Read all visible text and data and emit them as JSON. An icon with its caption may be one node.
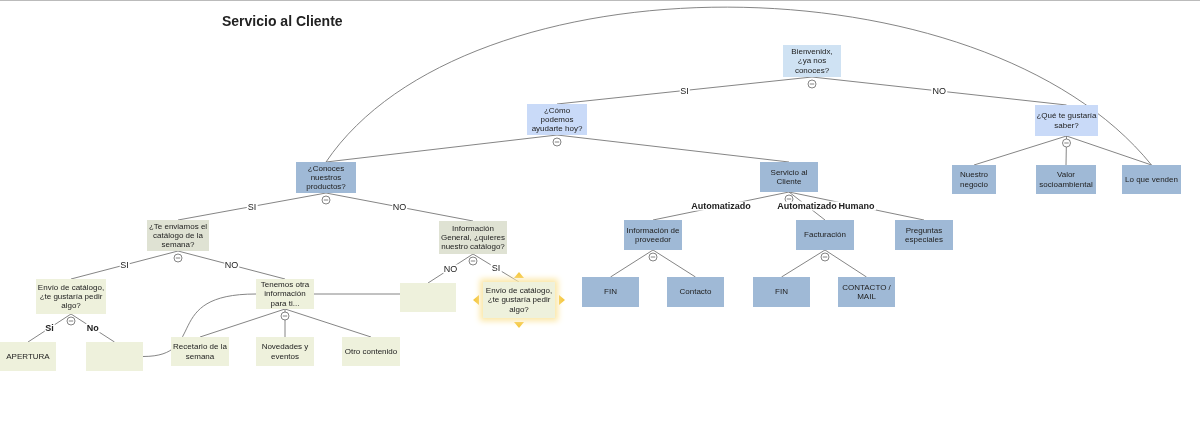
{
  "diagram": {
    "title": "Servicio al Cliente",
    "nodes": [
      {
        "text": [
          "Bienvenidx, ¿ya nos conoces?"
        ]
      },
      {
        "text": [
          "¿Cómo podemos ayudarte hoy?"
        ]
      },
      {
        "text": [
          "¿Qué te gustaría saber?"
        ]
      },
      {
        "text": [
          "¿Conoces nuestros productos?"
        ]
      },
      {
        "text": [
          "Servicio al Cliente"
        ]
      },
      {
        "text": [
          "Nuestro negocio"
        ]
      },
      {
        "text": [
          "Valor socioambiental"
        ]
      },
      {
        "text": [
          "Lo que venden"
        ]
      },
      {
        "text": [
          "¿Te enviamos el catálogo de la semana?"
        ]
      },
      {
        "text": [
          "Información General, ¿quieres nuestro catálogo?"
        ]
      },
      {
        "text": [
          "Información de proveedor"
        ]
      },
      {
        "text": [
          "Facturación"
        ]
      },
      {
        "text": [
          "Preguntas especiales"
        ]
      },
      {
        "text": [
          "Envío de catálogo, ¿te gustaría pedir algo?"
        ]
      },
      {
        "text": [
          "Tenemos otra información para ti..."
        ]
      },
      {
        "text": [],
        "shape": "box"
      },
      {
        "text": [
          "Envío de catálogo, ¿te gustaría pedir algo?"
        ]
      },
      {
        "text": [
          "FIN"
        ]
      },
      {
        "text": [
          "Contacto"
        ]
      },
      {
        "text": [
          "FIN"
        ]
      },
      {
        "text": [
          "CONTACTO / MAIL"
        ]
      },
      {
        "text": [
          "APERTURA"
        ]
      },
      {
        "text": [],
        "shape": "box"
      },
      {
        "text": [
          "Recetario de la semana"
        ]
      },
      {
        "text": [
          "Novedades y eventos"
        ]
      },
      {
        "text": [
          "Otro contenido"
        ]
      }
    ],
    "edges": [
      {
        "from": 0,
        "to": 1,
        "arrow": "none",
        "label": "SI"
      },
      {
        "from": 0,
        "to": 2,
        "arrow": "none",
        "label": "NO"
      },
      {
        "from": 1,
        "to": 3,
        "arrow": "none"
      },
      {
        "from": 1,
        "to": 4,
        "arrow": "none"
      },
      {
        "from": 2,
        "to": 5,
        "arrow": "none"
      },
      {
        "from": 2,
        "to": 6,
        "arrow": "none"
      },
      {
        "from": 2,
        "to": 7,
        "arrow": "none"
      },
      {
        "from": 3,
        "to": 7,
        "arrow": "none"
      },
      {
        "from": 3,
        "to": 8,
        "arrow": "none",
        "label": "SI"
      },
      {
        "from": 3,
        "to": 9,
        "arrow": "none",
        "label": "NO"
      },
      {
        "from": 4,
        "to": 10,
        "arrow": "none",
        "label": "Automatizado"
      },
      {
        "from": 4,
        "to": 11,
        "arrow": "none",
        "label": "Automatizado"
      },
      {
        "from": 4,
        "to": 12,
        "arrow": "none",
        "label": "Humano"
      },
      {
        "from": 8,
        "to": 13,
        "arrow": "none",
        "label": "SI"
      },
      {
        "from": 8,
        "to": 14,
        "arrow": "none",
        "label": "NO"
      },
      {
        "from": 9,
        "to": 15,
        "arrow": "none",
        "label": "NO"
      },
      {
        "from": 9,
        "to": 16,
        "arrow": "none",
        "label": "SI"
      },
      {
        "from": 10,
        "to": 17,
        "arrow": "none"
      },
      {
        "from": 10,
        "to": 18,
        "arrow": "none"
      },
      {
        "from": 11,
        "to": 19,
        "arrow": "none"
      },
      {
        "from": 11,
        "to": 20,
        "arrow": "none"
      },
      {
        "from": 13,
        "to": 21,
        "arrow": "none",
        "label": "Si"
      },
      {
        "from": 13,
        "to": 22,
        "arrow": "none",
        "label": "No"
      },
      {
        "from": 14,
        "to": 23,
        "arrow": "none"
      },
      {
        "from": 14,
        "to": 24,
        "arrow": "none"
      },
      {
        "from": 14,
        "to": 25,
        "arrow": "none"
      },
      {
        "from": 14,
        "to": 15,
        "arrow": "none"
      },
      {
        "from": 22,
        "to": 14,
        "arrow": "none"
      }
    ]
  }
}
